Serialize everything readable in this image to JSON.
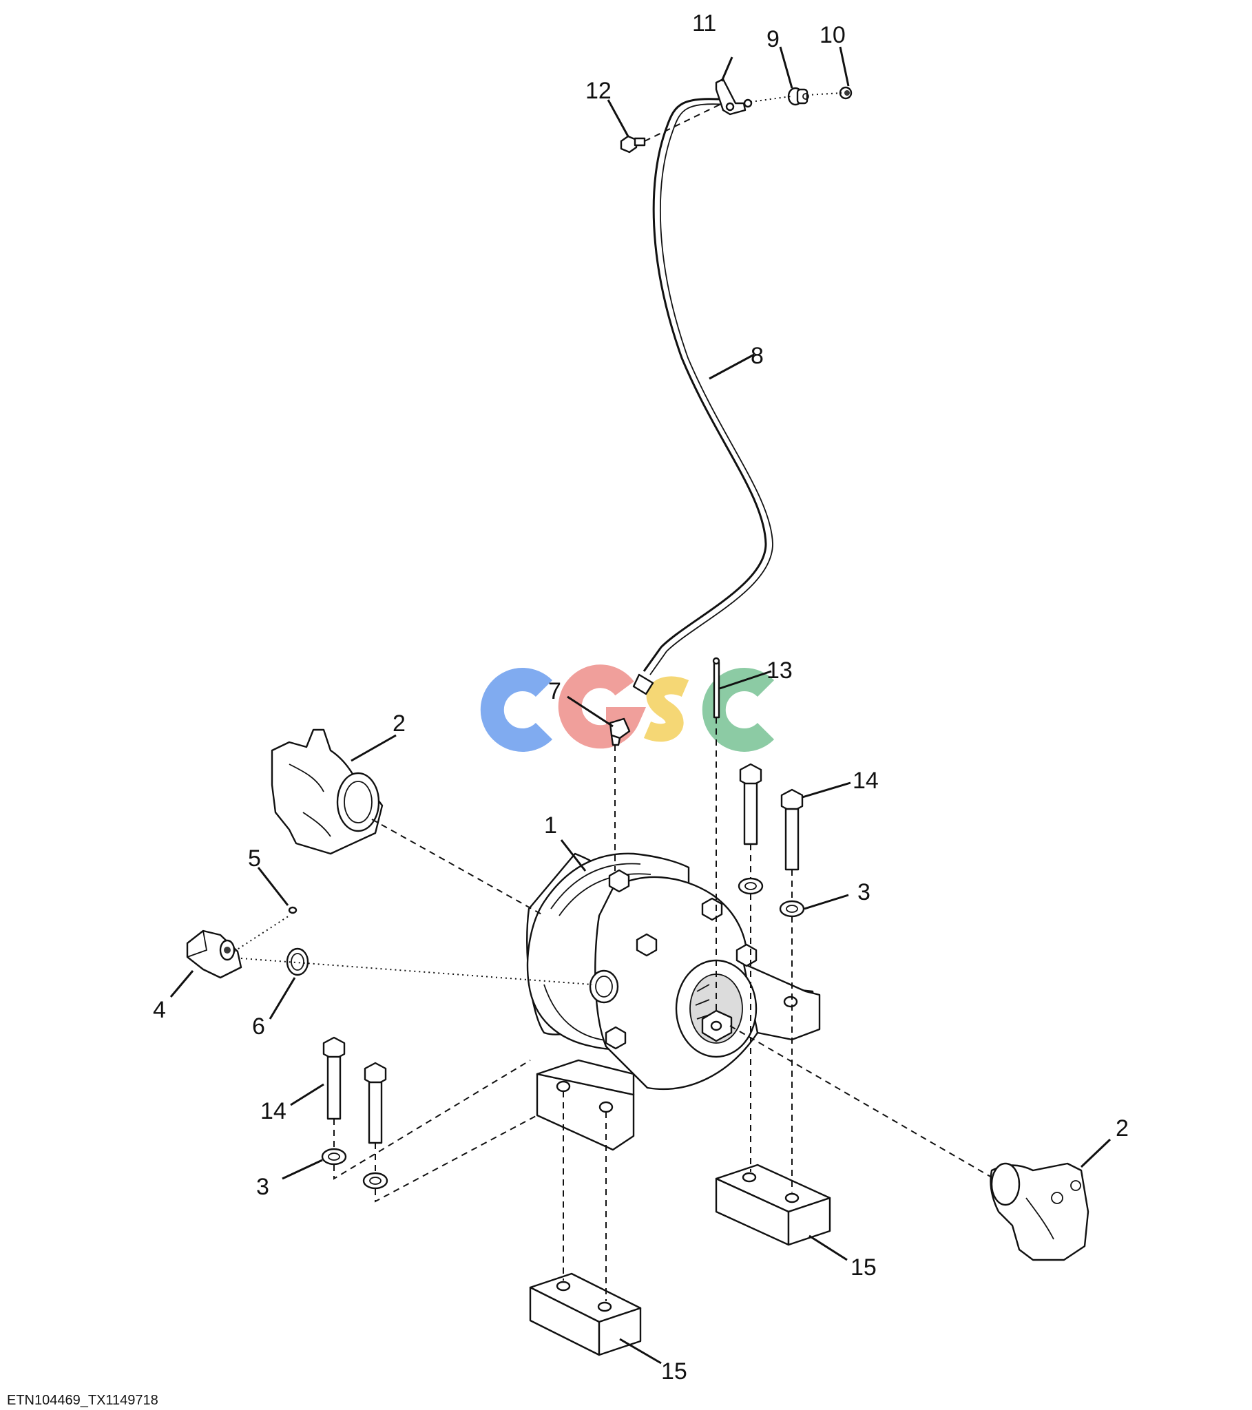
{
  "diagram": {
    "callouts": {
      "c1": "1",
      "c2a": "2",
      "c2b": "2",
      "c3a": "3",
      "c3b": "3",
      "c4": "4",
      "c5": "5",
      "c6": "6",
      "c7": "7",
      "c8": "8",
      "c9": "9",
      "c10": "10",
      "c11": "11",
      "c12": "12",
      "c13": "13",
      "c14a": "14",
      "c14b": "14",
      "c15a": "15",
      "c15b": "15"
    },
    "footer_code": "ETN104469_TX1149718",
    "watermark": {
      "text": "CGSC",
      "colors": [
        "#7aa7f0",
        "#f09a96",
        "#f5d56e",
        "#86c9a0"
      ]
    }
  }
}
